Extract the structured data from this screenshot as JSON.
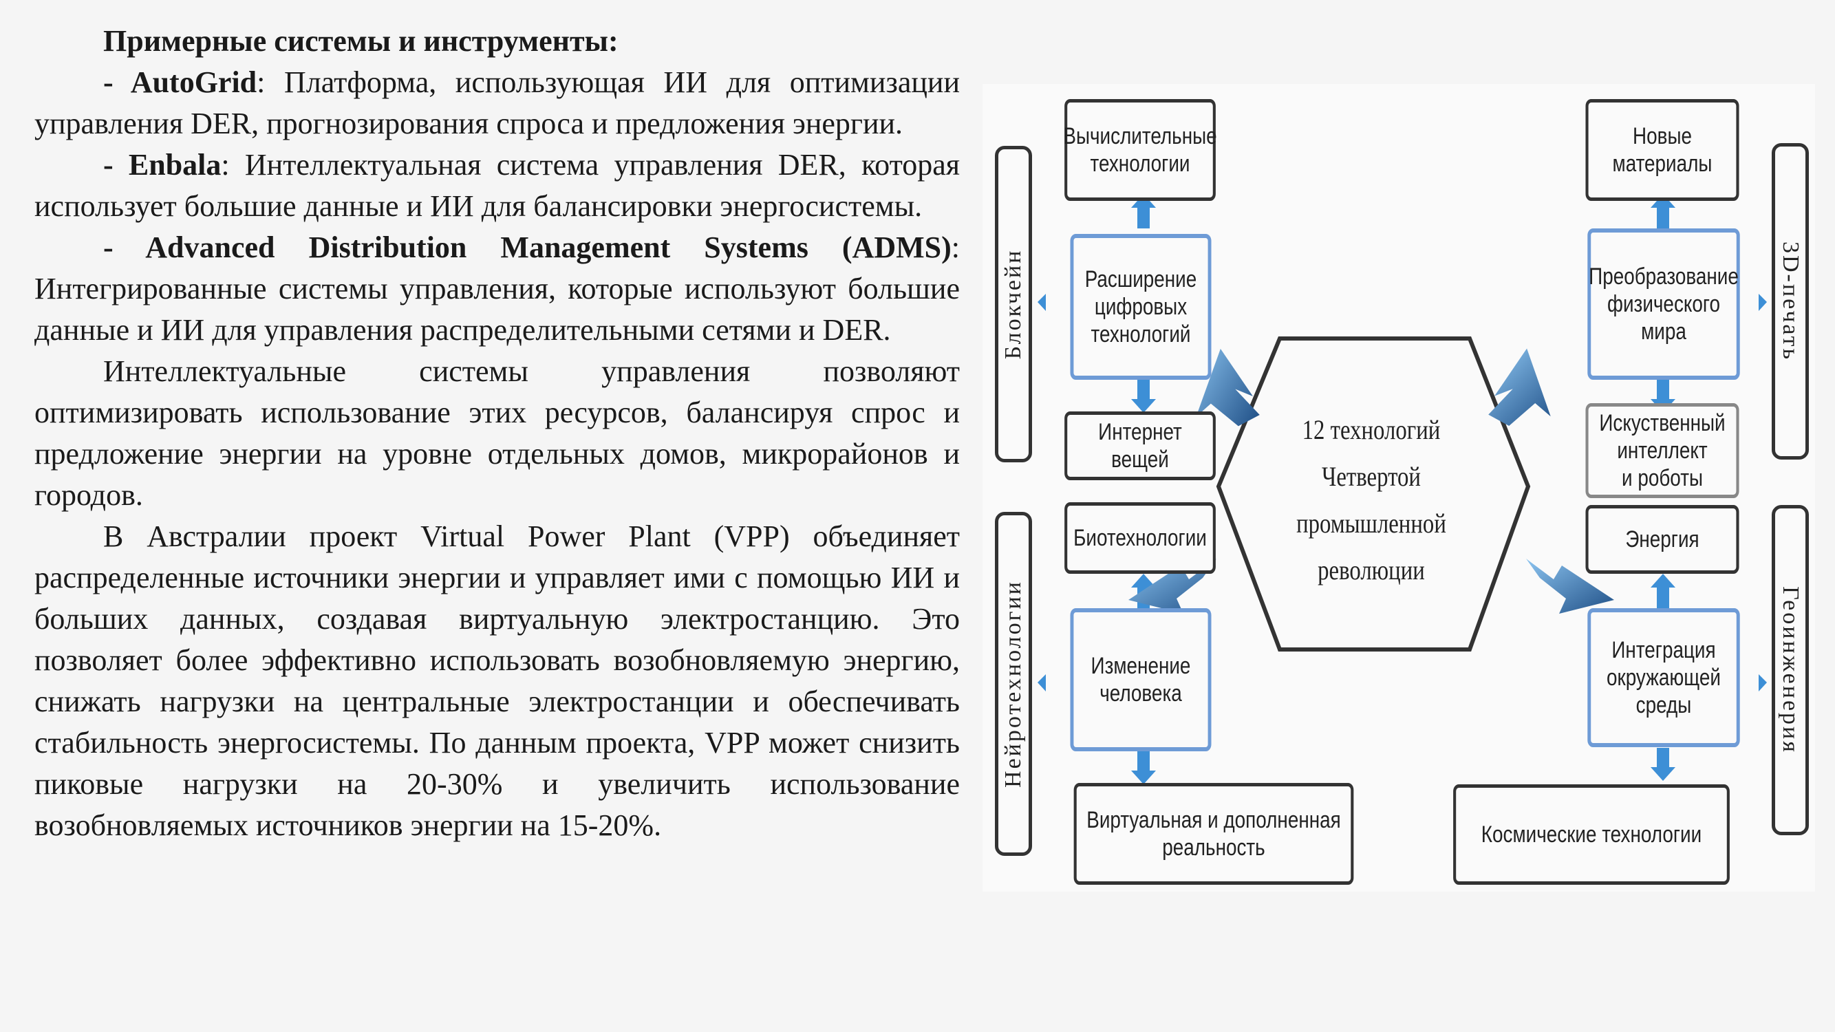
{
  "text": {
    "heading": "Примерные системы и инструменты:",
    "p1_bold": "- AutoGrid",
    "p1_rest": ": Платформа, использующая ИИ для оптимизации управления DER, прогнозирования спроса и предложения энергии.",
    "p2_bold": "- Enbala",
    "p2_rest": ": Интеллектуальная система управления DER, которая использует большие данные и ИИ для балансировки энергосистемы.",
    "p3_bold": "- Advanced Distribution Management Systems (ADMS)",
    "p3_rest": ": Интегрированные системы управления, которые используют большие данные и ИИ для управления распределительными сетями и DER.",
    "p4": "Интеллектуальные системы управления позволяют оптимизировать использование этих ресурсов, балансируя спрос и предложение энергии на уровне отдельных домов, микрорайонов и городов.",
    "p5": "В Австралии проект Virtual Power Plant (VPP) объединяет распределенные источники энергии и управляет ими с помощью ИИ и больших данных, создавая виртуальную электростанцию. Это позволяет более эффективно использовать возобновляемую энергию, снижать нагрузки на центральные электростанции и обеспечивать стабильность энергосистемы. По данным проекта, VPP может снизить пиковые нагрузки на 20-30% и увеличить использование возобновляемых источников энергии на 15-20%."
  },
  "diagram": {
    "center": "12 технологий\nЧетвертой\nпромышленной\nреволюции",
    "left_top_bar": "Блокчейн",
    "left_bottom_bar": "Нейротехнологии",
    "right_top_bar": "3D-печать",
    "right_bottom_bar": "Геоинженерия",
    "computing": "Вычислительные\nтехнологии",
    "digital_expansion": "Расширение\nцифровых\nтехнологий",
    "iot": "Интернет вещей",
    "biotech": "Биотехнологии",
    "human_change": "Изменение\nчеловека",
    "vr_ar": "Виртуальная и дополненная\nреальность",
    "new_materials": "Новые\nматериалы",
    "physical_world": "Преобразование\nфизического\nмира",
    "ai_robots": "Искуственный\nинтеллект\nи роботы",
    "energy": "Энергия",
    "environment": "Интеграция\nокружающей\nсреды",
    "space": "Космические технологии"
  },
  "colors": {
    "accent_blue": "#3d8fd6",
    "arrow_dark": "#1f4f86",
    "box_blue_border": "#6e9bd6",
    "border_dark": "#333333"
  }
}
